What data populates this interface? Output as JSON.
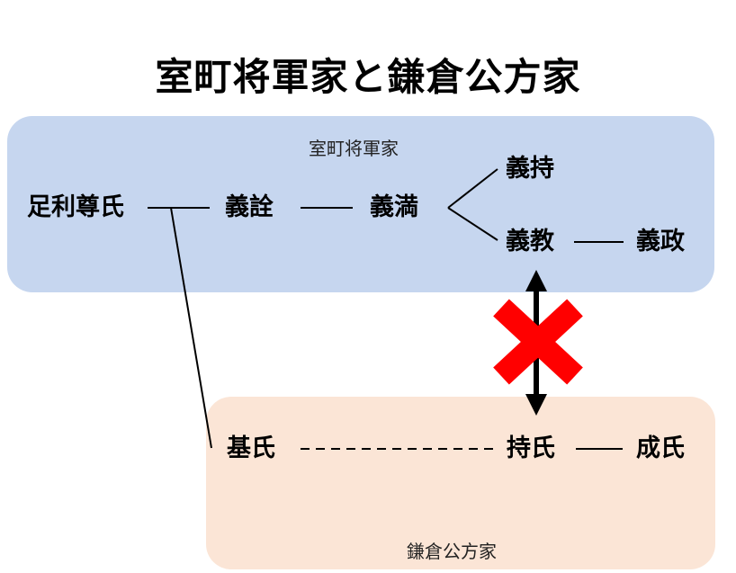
{
  "title": "室町将軍家と鎌倉公方家",
  "muromachi": {
    "label": "室町将軍家",
    "members": {
      "takauji": "足利尊氏",
      "yoshiakira": "義詮",
      "yoshimitsu": "義満",
      "yoshimochi": "義持",
      "yoshinori": "義教",
      "yoshimasa": "義政"
    }
  },
  "kamakura": {
    "label": "鎌倉公方家",
    "members": {
      "motouji": "基氏",
      "mochiuji": "持氏",
      "shigeuji": "成氏"
    }
  },
  "colors": {
    "muromachi_panel": "#c6d6ef",
    "kamakura_panel": "#fbe5d6",
    "conflict_mark": "#ff0000"
  }
}
